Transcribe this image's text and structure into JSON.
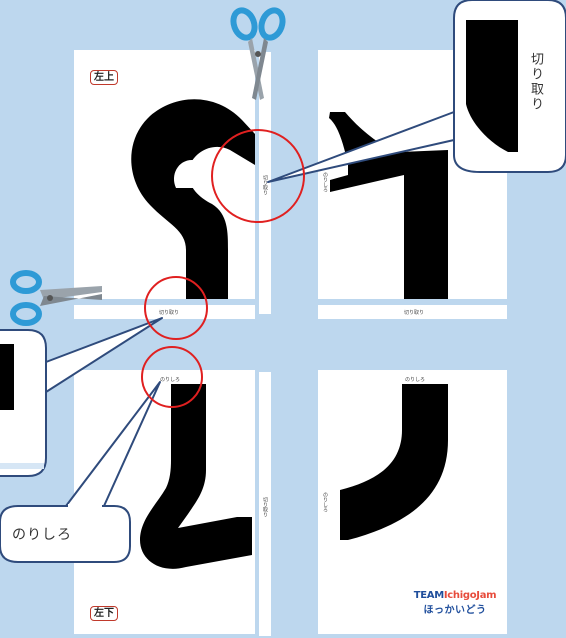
{
  "labels": {
    "top_left": "左上",
    "bottom_left": "左下",
    "cut": "切り取り",
    "glue": "のりしろ"
  },
  "callouts": {
    "cut": "切り取り",
    "glue": "のりしろ"
  },
  "logo": {
    "team": "TEAM",
    "ichigojam": "IchigoJam",
    "region": "ほっかいどう",
    "colors": [
      "#e74c3c",
      "#e67e22",
      "#f1c40f",
      "#27ae60",
      "#2e86de",
      "#8e44ad"
    ]
  },
  "colors": {
    "background": "#bdd7ee",
    "callout_border": "#2f4b7c",
    "highlight": "#e02020",
    "scissors_handle": "#2e9ad6",
    "scissors_blade": "#9aa3ab"
  }
}
